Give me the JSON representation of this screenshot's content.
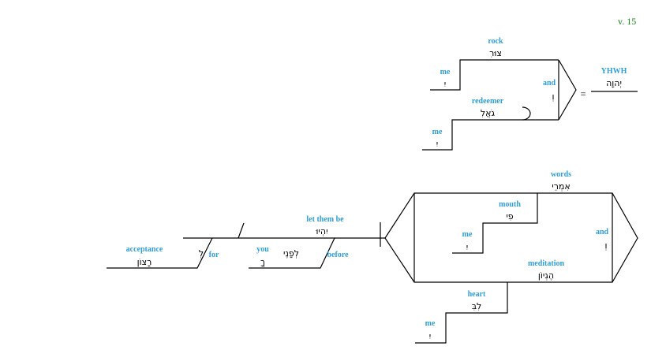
{
  "verse_label": "v. 15",
  "equals_sign": "=",
  "words": {
    "rock": {
      "gloss": "rock",
      "hebrew": "צוּרִ"
    },
    "me_rock": {
      "gloss": "me",
      "hebrew": "יִ"
    },
    "and_top": {
      "gloss": "and",
      "hebrew": "וְ"
    },
    "redeemer": {
      "gloss": "redeemer",
      "hebrew": "גֹאֲלִ"
    },
    "me_redeemer": {
      "gloss": "me",
      "hebrew": "יִ"
    },
    "yhwh": {
      "gloss": "YHWH",
      "hebrew": "יְהוָה"
    },
    "words": {
      "gloss": "words",
      "hebrew": "אִמְרֵי"
    },
    "mouth": {
      "gloss": "mouth",
      "hebrew": "פִי"
    },
    "me_mouth": {
      "gloss": "me",
      "hebrew": "יִ"
    },
    "and_bottom": {
      "gloss": "and",
      "hebrew": "וְ"
    },
    "meditation": {
      "gloss": "meditation",
      "hebrew": "הֶגְיוֹן"
    },
    "heart": {
      "gloss": "heart",
      "hebrew": "לִבִּ"
    },
    "me_heart": {
      "gloss": "me",
      "hebrew": "יִ"
    },
    "let_them_be": {
      "gloss": "let them be",
      "hebrew": "יִהְיוּ"
    },
    "before": {
      "gloss": "before",
      "hebrew": "לְפָנֶי"
    },
    "you": {
      "gloss": "you",
      "hebrew": "ךָ"
    },
    "for": {
      "gloss": "for",
      "hebrew": "לְ"
    },
    "acceptance": {
      "gloss": "acceptance",
      "hebrew": "רָצוֹן"
    }
  }
}
